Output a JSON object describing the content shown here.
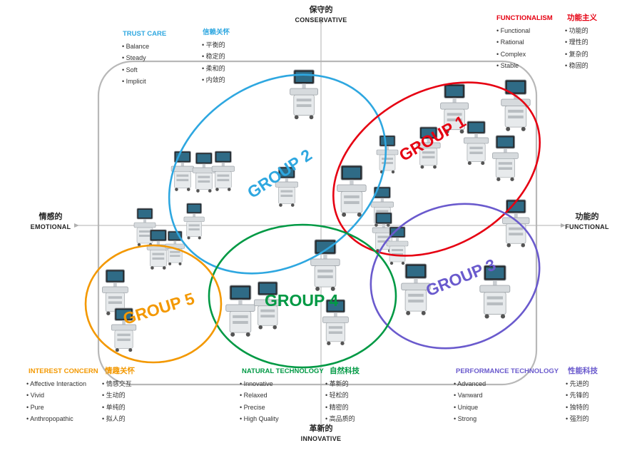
{
  "axes": {
    "top": {
      "cn": "保守的",
      "en": "CONSERVATIVE"
    },
    "bottom": {
      "cn": "革新的",
      "en": "INNOVATIVE"
    },
    "left": {
      "cn": "情感的",
      "en": "EMOTIONAL"
    },
    "right": {
      "cn": "功能的",
      "en": "FUNCTIONAL"
    }
  },
  "blocks": {
    "trust_care": {
      "title_en": "TRUST CARE",
      "title_cn": "信赖关怀",
      "color": "#2ea7e0",
      "items_en": [
        "Balance",
        "Steady",
        "Soft",
        "Implicit"
      ],
      "items_cn": [
        "平衡的",
        "稳定的",
        "柔和的",
        "内敛的"
      ]
    },
    "functionalism": {
      "title_en": "FUNCTIONALISM",
      "title_cn": "功能主义",
      "color": "#e60012",
      "items_en": [
        "Functional",
        "Rational",
        "Complex",
        "Stable"
      ],
      "items_cn": [
        "功能的",
        "理性的",
        "复杂的",
        "稳固的"
      ]
    },
    "interest_concern": {
      "title_en": "INTEREST CONCERN",
      "title_cn": "情趣关怀",
      "color": "#f39800",
      "items_en": [
        "Affective Interaction",
        "Vivid",
        "Pure",
        "Anthropopathic"
      ],
      "items_cn": [
        "情感交互",
        "生动的",
        "单纯的",
        "拟人的"
      ]
    },
    "natural_technology": {
      "title_en": "NATURAL TECHNOLOGY",
      "title_cn": "自然科技",
      "color": "#009944",
      "items_en": [
        "Innovative",
        "Relaxed",
        "Precise",
        "High Quality"
      ],
      "items_cn": [
        "革新的",
        "轻松的",
        "精密的",
        "高品质的"
      ]
    },
    "performance_technology": {
      "title_en": "PERFORMANCE TECHNOLOGY",
      "title_cn": "性能科技",
      "color": "#6a5acd",
      "items_en": [
        "Advanced",
        "Vanward",
        "Unique",
        "Strong"
      ],
      "items_cn": [
        "先进的",
        "先锋的",
        "独特的",
        "强烈的"
      ]
    }
  },
  "groups": [
    {
      "label": "GROUP 1",
      "color": "#e60012"
    },
    {
      "label": "GROUP 2",
      "color": "#2ea7e0"
    },
    {
      "label": "GROUP 3",
      "color": "#6a5acd"
    },
    {
      "label": "GROUP 4",
      "color": "#009944"
    },
    {
      "label": "GROUP 5",
      "color": "#f39800"
    }
  ],
  "product_icon": "ultrasound-machine-icon"
}
